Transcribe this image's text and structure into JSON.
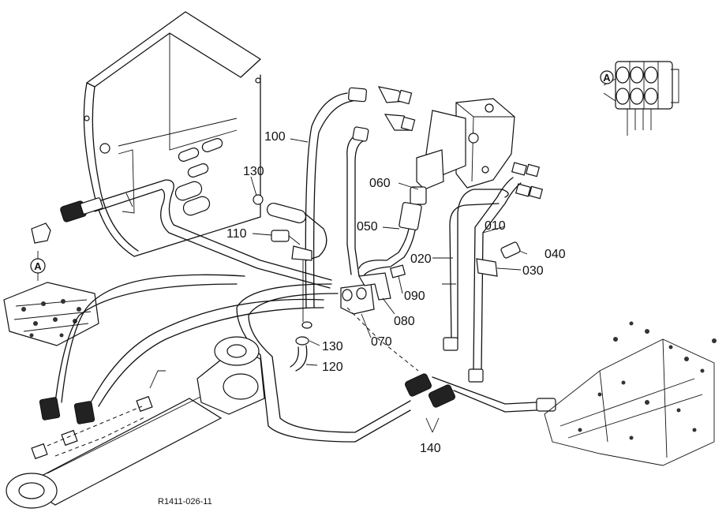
{
  "diagram": {
    "callouts": {
      "c010": "010",
      "c020": "020",
      "c030": "030",
      "c040": "040",
      "c050": "050",
      "c060": "060",
      "c070": "070",
      "c080": "080",
      "c090": "090",
      "c100": "100",
      "c110": "110",
      "c120": "120",
      "c130a": "130",
      "c130b": "130",
      "c140": "140"
    },
    "reference_marker": "A",
    "drawing_code": "R1411-026-11"
  }
}
